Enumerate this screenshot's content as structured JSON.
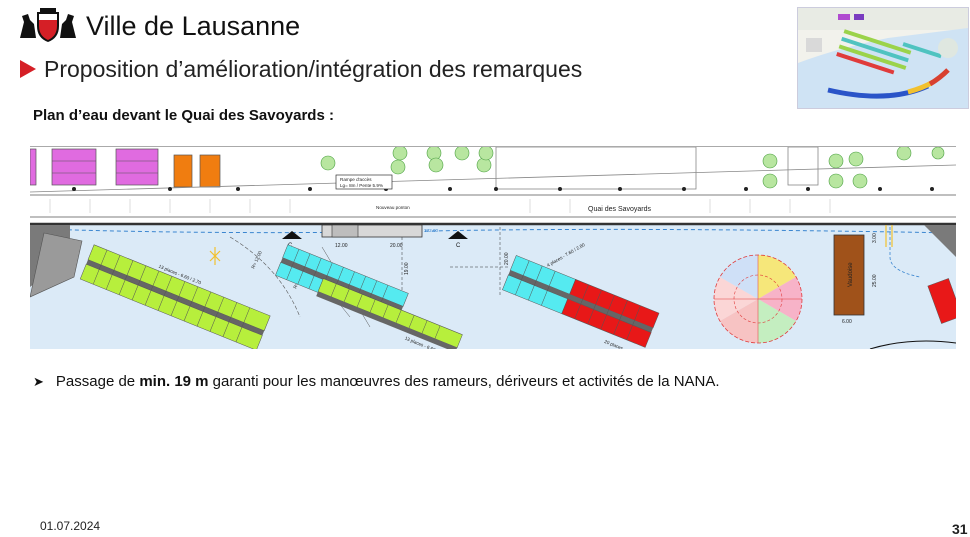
{
  "header": {
    "org_name": "Ville de Lausanne",
    "title": "Proposition d’amélioration/intégration des remarques",
    "accent_color": "#d51f26"
  },
  "section": {
    "title": "Plan d’eau devant le Quai des Savoyards :"
  },
  "plan": {
    "street_label": "Quai des Savoyards",
    "ramp_label_1": "Rampe d'accès",
    "ramp_label_2": "Lg= 8m / Pente 5.9%",
    "ponton_label": "Nouveau ponton",
    "section_marker": "C",
    "dim_12": "12.00",
    "dim_20": "20.00",
    "dim_19": "19.00",
    "dim_20v": "20.00",
    "dim_25": "25.00",
    "dim_6": "6.00",
    "dim_3": "3.00",
    "radius_1": "R= 12.00",
    "radius_2": "R= 12.00",
    "boat_label": "Vaudoise",
    "places_1": "13 places - 6.60 / 2.70",
    "places_2": "13 places - 6.60 / 2.70",
    "places_3": "4 places - 7.60 / 2.80",
    "places_4": "20 places",
    "level": "372.00"
  },
  "bullet": {
    "prefix": "Passage de ",
    "strong": "min. 19 m",
    "suffix": " garanti pour les manœuvres des rameurs, dériveurs et activités de la NANA."
  },
  "footer": {
    "date": "01.07.2024",
    "page_number": "31"
  }
}
